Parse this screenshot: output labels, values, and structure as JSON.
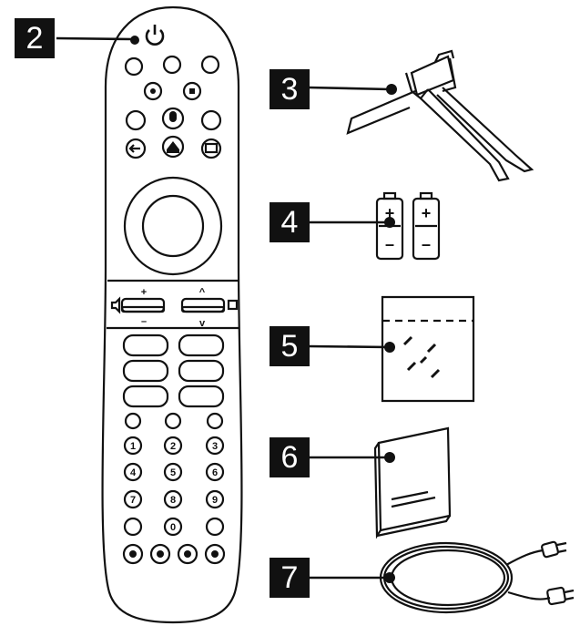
{
  "callouts": [
    {
      "number": "2",
      "item": "remote-control"
    },
    {
      "number": "3",
      "item": "tv-stand"
    },
    {
      "number": "4",
      "item": "batteries"
    },
    {
      "number": "5",
      "item": "screw-bag"
    },
    {
      "number": "6",
      "item": "manual"
    },
    {
      "number": "7",
      "item": "power-cable"
    }
  ],
  "remote": {
    "digits": [
      "1",
      "2",
      "3",
      "4",
      "5",
      "6",
      "7",
      "8",
      "9",
      "0"
    ],
    "plus_sign": "+",
    "minus_sign": "–",
    "up_sign": "^",
    "down_sign": "v"
  },
  "battery_signs": {
    "plus": "+",
    "minus": "–"
  }
}
